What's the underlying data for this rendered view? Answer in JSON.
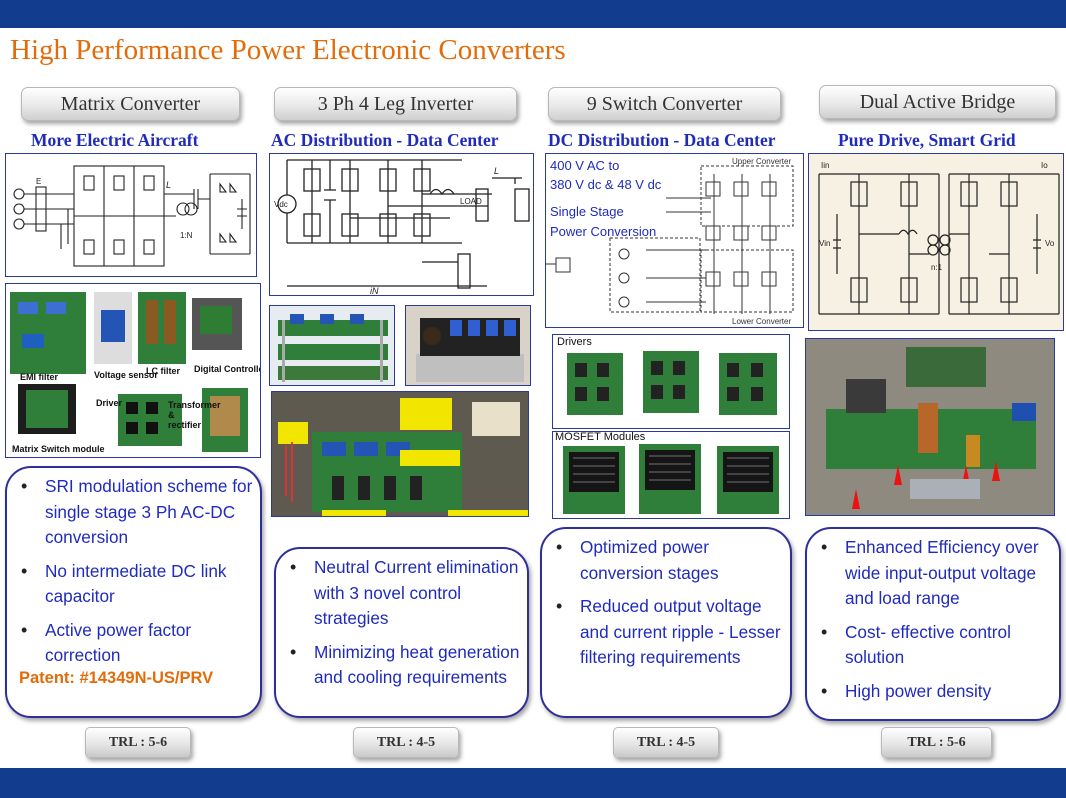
{
  "title": "High Performance Power Electronic Converters",
  "columns": [
    {
      "tab": "Matrix Converter",
      "application": "More Electric Aircraft",
      "photo_labels": [
        "EMI filter",
        "Voltage sensor",
        "LC filter",
        "Digital Controller",
        "Matrix Switch module",
        "Driver",
        "Transformer & rectifier"
      ],
      "bullets": [
        "SRI modulation scheme for single stage 3 Ph AC-DC conversion",
        "No intermediate DC link capacitor",
        "Active power factor correction"
      ],
      "patent": "Patent: #14349N-US/PRV",
      "trl": "TRL : 5-6"
    },
    {
      "tab": "3 Ph 4 Leg Inverter",
      "application": "AC Distribution - Data Center",
      "bullets": [
        "Neutral Current elimination with 3 novel control strategies",
        "Minimizing heat generation and cooling requirements"
      ],
      "trl": "TRL : 4-5"
    },
    {
      "tab": "9 Switch Converter",
      "application": "DC Distribution - Data Center",
      "circuit_text": [
        "400 V AC to",
        "380 V dc  & 48 V dc",
        "Single Stage",
        "Power Conversion"
      ],
      "photo_labels": [
        "Drivers",
        "MOSFET Modules"
      ],
      "bullets": [
        "Optimized power conversion stages",
        "Reduced output voltage and current ripple - Lesser filtering requirements"
      ],
      "trl": "TRL : 4-5"
    },
    {
      "tab": "Dual Active Bridge",
      "application": "Pure Drive, Smart Grid",
      "bullets": [
        "Enhanced Efficiency over wide input-output voltage and load range",
        "Cost- effective control solution",
        "High power density"
      ],
      "trl": "TRL : 5-6"
    }
  ],
  "colors": {
    "bar": "#123d8f",
    "title": "#e36c0a",
    "text": "#1f2bbd",
    "pcb": "#2e7d32"
  }
}
